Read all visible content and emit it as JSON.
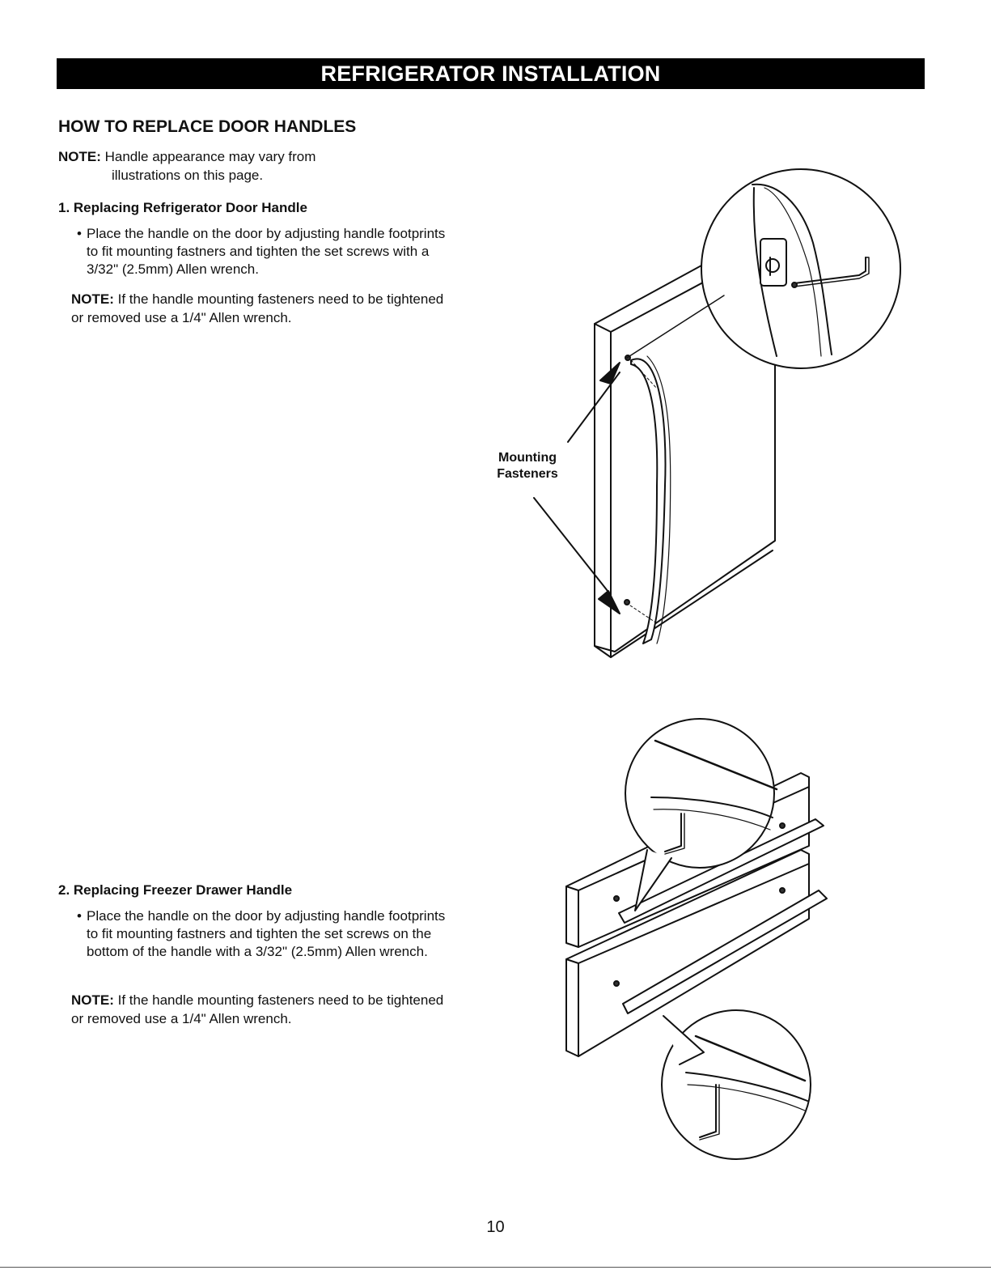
{
  "header": {
    "banner": "REFRIGERATOR INSTALLATION"
  },
  "section": {
    "title": "HOW TO REPLACE DOOR HANDLES",
    "note_label": "NOTE:",
    "note_line1": "Handle appearance may vary from",
    "note_line2": "illustrations on this page."
  },
  "steps": [
    {
      "title": "1. Replacing Refrigerator Door Handle",
      "bullet": "Place the handle on the door by adjusting handle footprints to fit mounting fastners and tighten the set screws with a 3/32\" (2.5mm) Allen wrench.",
      "note_label": "NOTE:",
      "note_text": "If the handle mounting fasteners need to be tightened or removed use a 1/4\" Allen wrench."
    },
    {
      "title": "2. Replacing Freezer Drawer Handle",
      "bullet": "Place the handle on the door by adjusting handle footprints to fit mounting fastners and tighten the set screws on the bottom of the handle with a 3/32\" (2.5mm) Allen wrench.",
      "note_label": "NOTE:",
      "note_text": "If the handle mounting fasteners need to be tightened or removed use a 1/4\" Allen wrench."
    }
  ],
  "figure1": {
    "callout_line1": "Mounting",
    "callout_line2": "Fasteners"
  },
  "footer": {
    "page_number": "10"
  }
}
